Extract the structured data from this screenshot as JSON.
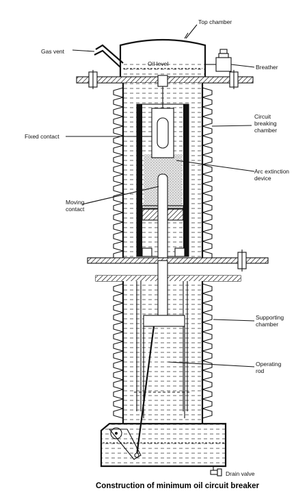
{
  "labels": {
    "top_chamber": "Top chamber",
    "gas_vent": "Gas vent",
    "oil_level": "Oil level",
    "breather": "Breather",
    "circuit_breaking_chamber": [
      "Circuit",
      "breaking",
      "chamber"
    ],
    "fixed_contact": "Fixed contact",
    "arc_extinction_device": [
      "Arc extinction",
      "device"
    ],
    "moving_contact": [
      "Moving",
      "contact"
    ],
    "supporting_chamber": [
      "Supporting",
      "chamber"
    ],
    "operating_rod": [
      "Operating",
      "rod"
    ],
    "drain_valve": "Drain valve"
  },
  "caption": "Construction of minimum oil circuit breaker",
  "colors": {
    "ink": "#111111",
    "background": "#ffffff",
    "oil_dash": "#555555"
  }
}
